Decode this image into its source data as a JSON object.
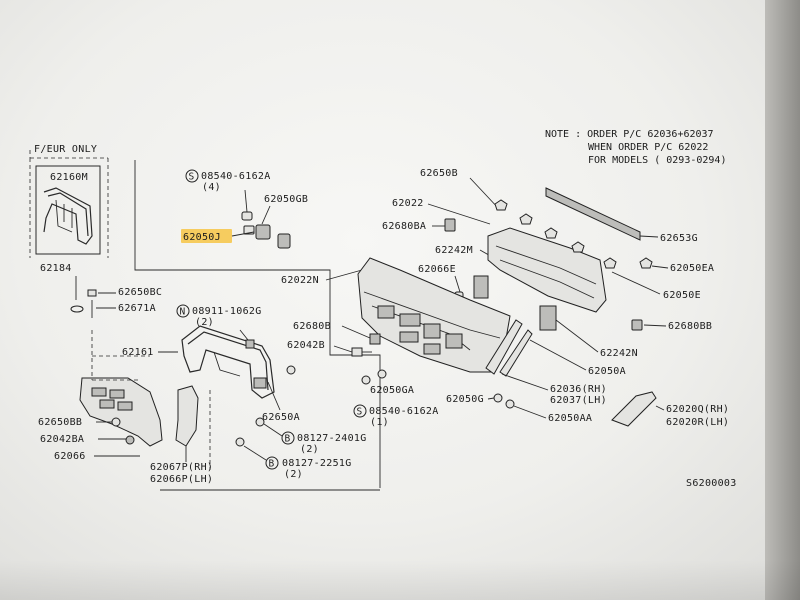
{
  "note": {
    "lines": [
      "NOTE : ORDER P/C 62036+62037",
      "WHEN ORDER P/C 62022",
      "FOR MODELS ( 0293-0294)"
    ]
  },
  "inset": {
    "title": "F/EUR ONLY",
    "part": "62160M"
  },
  "highlight": {
    "part": "62050J",
    "color": "#f6c445"
  },
  "labels": {
    "l1": "08540-6162A",
    "l1q": "(4)",
    "l2": "62050GB",
    "l3": "62650B",
    "l4": "62022",
    "l5": "62680BA",
    "l6": "62242M",
    "l7": "62066E",
    "l8": "62653G",
    "l9": "62050EA",
    "l10": "62050E",
    "l11": "62680BB",
    "l12": "62022N",
    "l13": "62184",
    "l14": "62650BC",
    "l15": "62671A",
    "l16": "08911-1062G",
    "l16q": "(2)",
    "l17": "62161",
    "l18": "62680B",
    "l19": "62042B",
    "l20": "62242N",
    "l21": "62050A",
    "l22": "62050GA",
    "l23": "62050G",
    "l24": "08540-6162A",
    "l24q": "(1)",
    "l25": "62036(RH)",
    "l26": "62037(LH)",
    "l27": "62050AA",
    "l28": "62020Q(RH)",
    "l29": "62020R(LH)",
    "l30": "62650A",
    "l31": "62650BB",
    "l32": "62042BA",
    "l33": "62066",
    "l34": "08127-2401G",
    "l34q": "(2)",
    "l35": "08127-2251G",
    "l35q": "(2)",
    "l36": "62067P(RH)",
    "l37": "62066P(LH)"
  },
  "prefix": {
    "S": "S",
    "N": "N",
    "B": "B"
  },
  "figure_code": "S6200003"
}
